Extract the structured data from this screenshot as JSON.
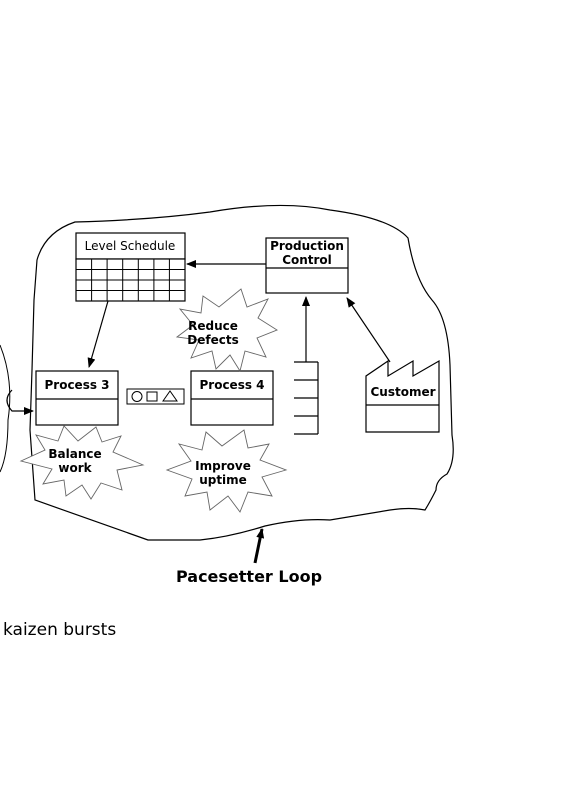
{
  "diagram": {
    "level_schedule": {
      "label": "Level Schedule"
    },
    "production_control": {
      "line1": "Production",
      "line2": "Control"
    },
    "process_3": {
      "label": "Process 3"
    },
    "process_4": {
      "label": "Process 4"
    },
    "customer": {
      "label": "Customer"
    },
    "kaizen_bursts": {
      "reduce_defects": {
        "line1": "Reduce",
        "line2": "Defects"
      },
      "balance_work": {
        "line1": "Balance",
        "line2": "work"
      },
      "improve_uptime": {
        "line1": "Improve",
        "line2": "uptime"
      }
    },
    "loop_label": "Pacesetter Loop",
    "caption": "kaizen bursts"
  }
}
